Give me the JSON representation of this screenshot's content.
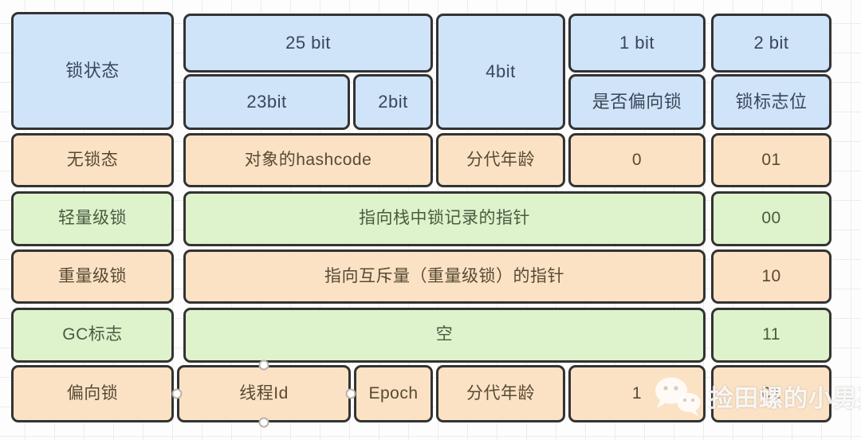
{
  "table": {
    "header": {
      "lock_state": "锁状态",
      "bit25": "25 bit",
      "bit23": "23bit",
      "bit2_sub": "2bit",
      "bit4": "4bit",
      "bit1": "1 bit",
      "bit2": "2 bit",
      "is_biased": "是否偏向锁",
      "lock_flag": "锁标志位"
    },
    "rows": {
      "no_lock": {
        "state": "无锁态",
        "hashcode": "对象的hashcode",
        "gen_age": "分代年龄",
        "bias_bit": "0",
        "flag_bits": "01"
      },
      "lightweight": {
        "state": "轻量级锁",
        "content": "指向栈中锁记录的指针",
        "flag_bits": "00"
      },
      "heavyweight": {
        "state": "重量级锁",
        "content": "指向互斥量（重量级锁）的指针",
        "flag_bits": "10"
      },
      "gc": {
        "state": "GC标志",
        "content": "空",
        "flag_bits": "11"
      },
      "biased": {
        "state": "偏向锁",
        "thread_id": "线程Id",
        "epoch": "Epoch",
        "gen_age": "分代年龄",
        "bias_bit": "1",
        "flag_bits": "01"
      }
    }
  },
  "watermark": {
    "text": "捡田螺的小男孩",
    "icon": "wechat-icon"
  },
  "colors": {
    "cell_blue": "#cfe3f9",
    "cell_orange": "#fbe2c4",
    "cell_green": "#def2cc",
    "border": "#333333",
    "grid_line": "#ececec"
  }
}
